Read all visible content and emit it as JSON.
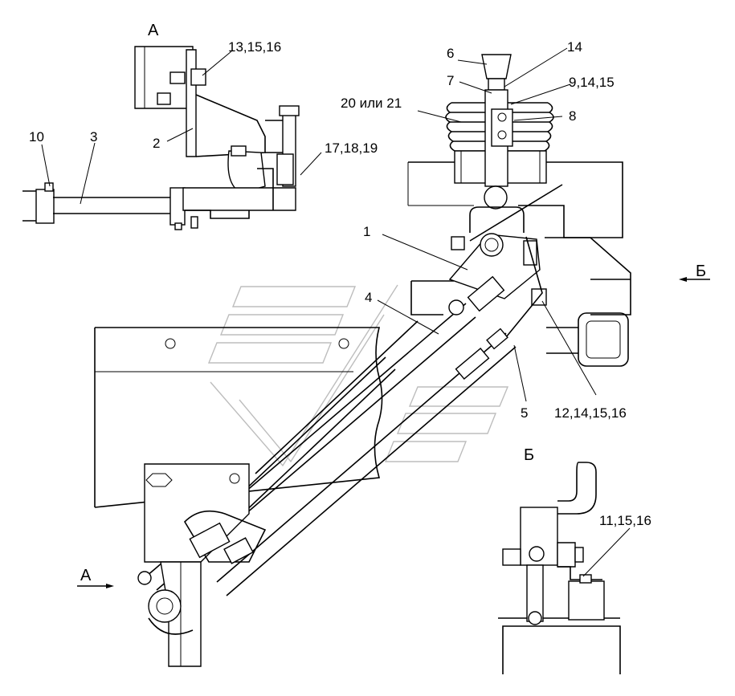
{
  "views": {
    "a_title": "А",
    "b_title": "Б",
    "a_arrow": "А",
    "b_arrow": "Б"
  },
  "callouts": {
    "c1": "1",
    "c2": "2",
    "c3": "3",
    "c4": "4",
    "c5": "5",
    "c6": "6",
    "c7": "7",
    "c8": "8",
    "c10": "10",
    "c9_14_15": "9,14,15",
    "c11_15_16": "11,15,16",
    "c12_14_15_16": "12,14,15,16",
    "c13_15_16": "13,15,16",
    "c14": "14",
    "c17_18_19": "17,18,19",
    "c20_21": "20 или 21"
  },
  "colors": {
    "line": "#000000",
    "watermark": "#bdbdbd",
    "background": "#ffffff"
  }
}
